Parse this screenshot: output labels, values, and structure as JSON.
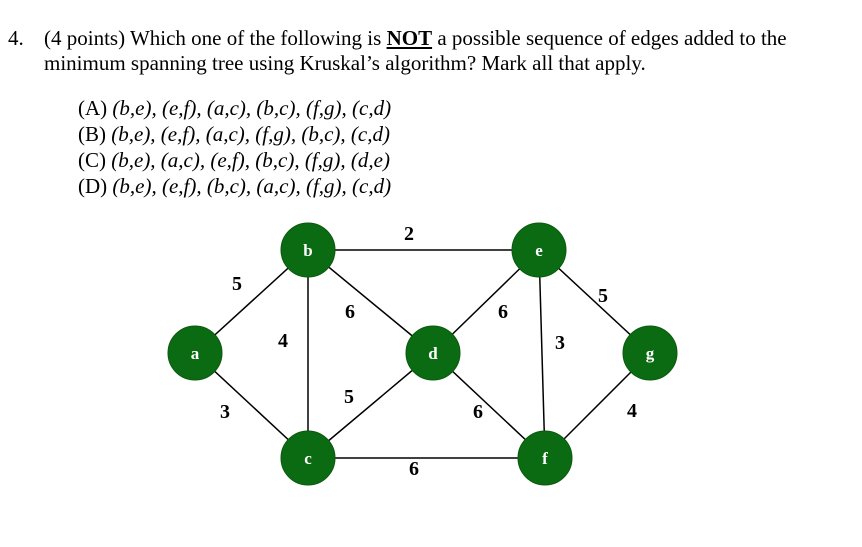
{
  "question": {
    "number": "4.",
    "text_line1_before": "(4 points) Which one of the following is",
    "emphasis": "NOT",
    "text_line1_after": "a possible sequence of edges added to the",
    "text_line2": "minimum spanning tree using Kruskal’s algorithm? Mark all that apply."
  },
  "options": [
    {
      "letter": "(A)",
      "sequence": "(b,e), (e,f), (a,c), (b,c), (f,g), (c,d)"
    },
    {
      "letter": "(B)",
      "sequence": "(b,e), (e,f), (a,c), (f,g), (b,c), (c,d)"
    },
    {
      "letter": "(C)",
      "sequence": "(b,e), (a,c), (e,f), (b,c), (f,g), (d,e)"
    },
    {
      "letter": "(D)",
      "sequence": "(b,e), (e,f), (b,c), (a,c), (f,g), (c,d)"
    }
  ],
  "graph": {
    "nodes": {
      "a": "a",
      "b": "b",
      "c": "c",
      "d": "d",
      "e": "e",
      "f": "f",
      "g": "g"
    },
    "weights": {
      "ab": "5",
      "ac": "3",
      "bc": "4",
      "be": "2",
      "bd": "6",
      "cd": "5",
      "cf": "6",
      "de": "6",
      "df": "6",
      "ef": "3",
      "eg": "5",
      "fg": "4"
    },
    "node_color": "#0b6b12",
    "node_label_color": "#ffffff"
  }
}
